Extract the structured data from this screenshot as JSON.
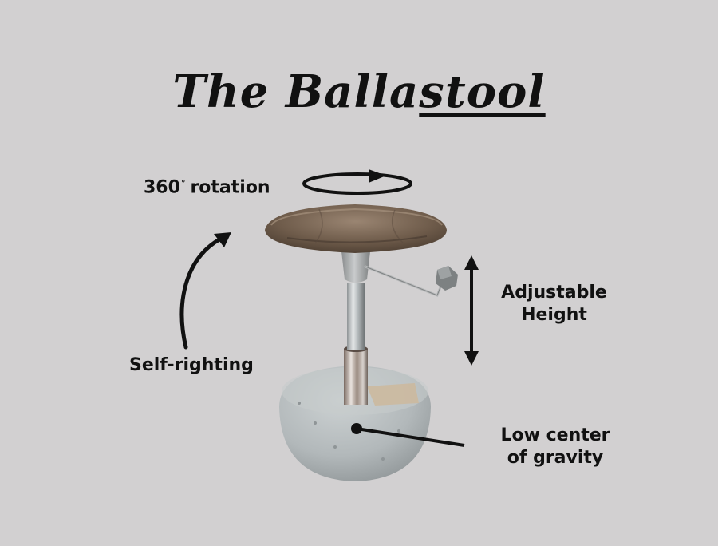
{
  "title": {
    "part1": "The Balla",
    "part2": "stool"
  },
  "labels": {
    "rotation_number": "360",
    "rotation_degree": "°",
    "rotation_word": "rotation",
    "height_line1": "Adjustable",
    "height_line2": "Height",
    "self_righting": "Self-righting",
    "low_line1": "Low center",
    "low_line2": "of gravity"
  },
  "colors": {
    "background": "#d2d0d1",
    "text": "#111111",
    "seat": "#7a6654",
    "concrete": "#b9bfc1"
  }
}
